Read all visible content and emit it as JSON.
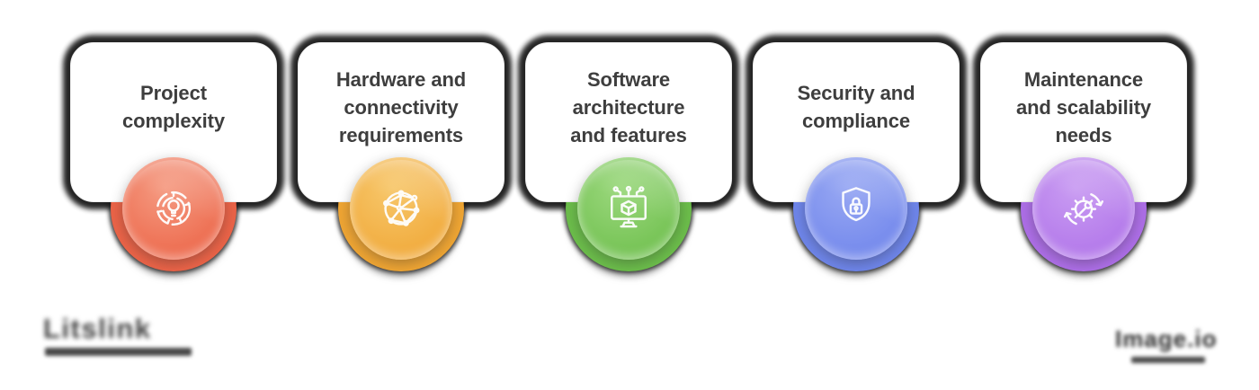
{
  "page": {
    "background": "#ffffff",
    "text_color": "#3E3E3E"
  },
  "cards": [
    {
      "title": "Project\ncomplexity",
      "icon": "maze-lightbulb-icon",
      "colors": {
        "base": "#ED6B4E",
        "light": "#F59B82",
        "arc": "#EC6448"
      }
    },
    {
      "title": "Hardware and\nconnectivity\nrequirements",
      "icon": "network-globe-icon",
      "colors": {
        "base": "#F1AB3D",
        "light": "#F7C76B",
        "arc": "#F0A634"
      }
    },
    {
      "title": "Software\narchitecture\nand features",
      "icon": "monitor-cube-icon",
      "colors": {
        "base": "#74C253",
        "light": "#9BD87D",
        "arc": "#6CBE4B"
      }
    },
    {
      "title": "Security and\ncompliance",
      "icon": "shield-lock-icon",
      "colors": {
        "base": "#7489EC",
        "light": "#98A8F3",
        "arc": "#6F86EB"
      }
    },
    {
      "title": "Maintenance\nand scalability\nneeds",
      "icon": "gear-wrench-sync-icon",
      "colors": {
        "base": "#B378EA",
        "light": "#C99CF2",
        "arc": "#AE6FE8"
      }
    }
  ],
  "footer": {
    "logo_text": "Litslink",
    "watermark_text": "Image.io"
  }
}
